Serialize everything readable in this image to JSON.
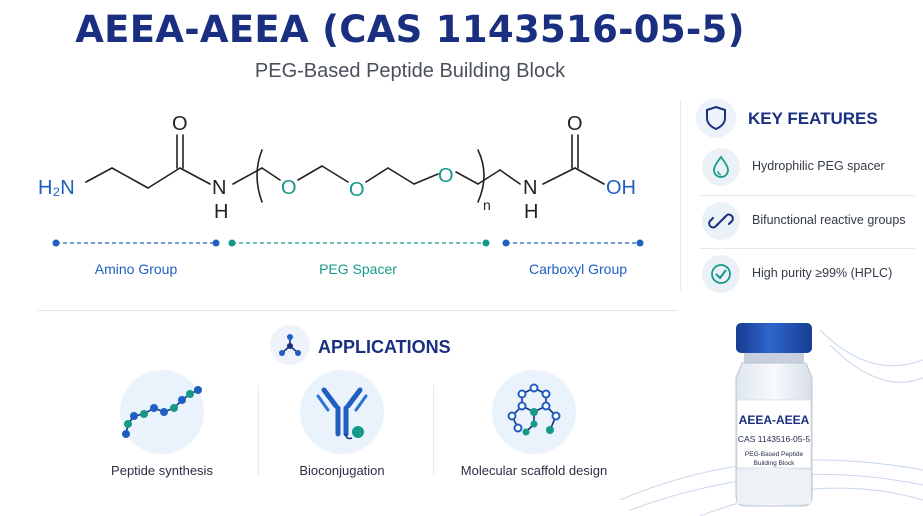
{
  "header": {
    "title": "AEEA-AEEA (CAS 1143516-05-5)",
    "subtitle": "PEG-Based Peptide Building Block"
  },
  "structure": {
    "atoms": {
      "h2n": "H₂N",
      "o_amide": "O",
      "n_amide1": "N",
      "h_amide1": "H",
      "o_ether1": "O",
      "o_ether2": "O",
      "o_ether3": "O",
      "repeat_n": "n",
      "n_amide2": "N",
      "h_amide2": "H",
      "o_acid": "O",
      "oh": "OH"
    },
    "groups": [
      {
        "label": "Amino Group",
        "color": "#1f5fc0"
      },
      {
        "label": "PEG Spacer",
        "color": "#159a8a"
      },
      {
        "label": "Carboxyl Group",
        "color": "#1f5fc0"
      }
    ]
  },
  "key_features": {
    "title": "KEY FEATURES",
    "icon": "shield-icon",
    "items": [
      {
        "icon": "droplet-icon",
        "text": "Hydrophilic PEG spacer"
      },
      {
        "icon": "link-icon",
        "text": "Bifunctional reactive groups"
      },
      {
        "icon": "check-circle-icon",
        "text": "High purity ≥99% (HPLC)"
      }
    ]
  },
  "applications": {
    "title": "APPLICATIONS",
    "icon": "molecule-icon",
    "items": [
      {
        "icon": "peptide-chain-icon",
        "label": "Peptide synthesis"
      },
      {
        "icon": "antibody-icon",
        "label": "Bioconjugation"
      },
      {
        "icon": "scaffold-network-icon",
        "label": "Molecular scaffold design"
      }
    ]
  },
  "vial": {
    "label_title": "AEEA-AEEA",
    "label_cas": "CAS 1143516-05-5",
    "label_line1": "PEG-Based Peptide",
    "label_line2": "Building Block"
  },
  "colors": {
    "title": "#1a2f80",
    "accent_blue": "#1f5fc0",
    "accent_teal": "#159a8a",
    "vial_cap": "#1e4fb0"
  }
}
